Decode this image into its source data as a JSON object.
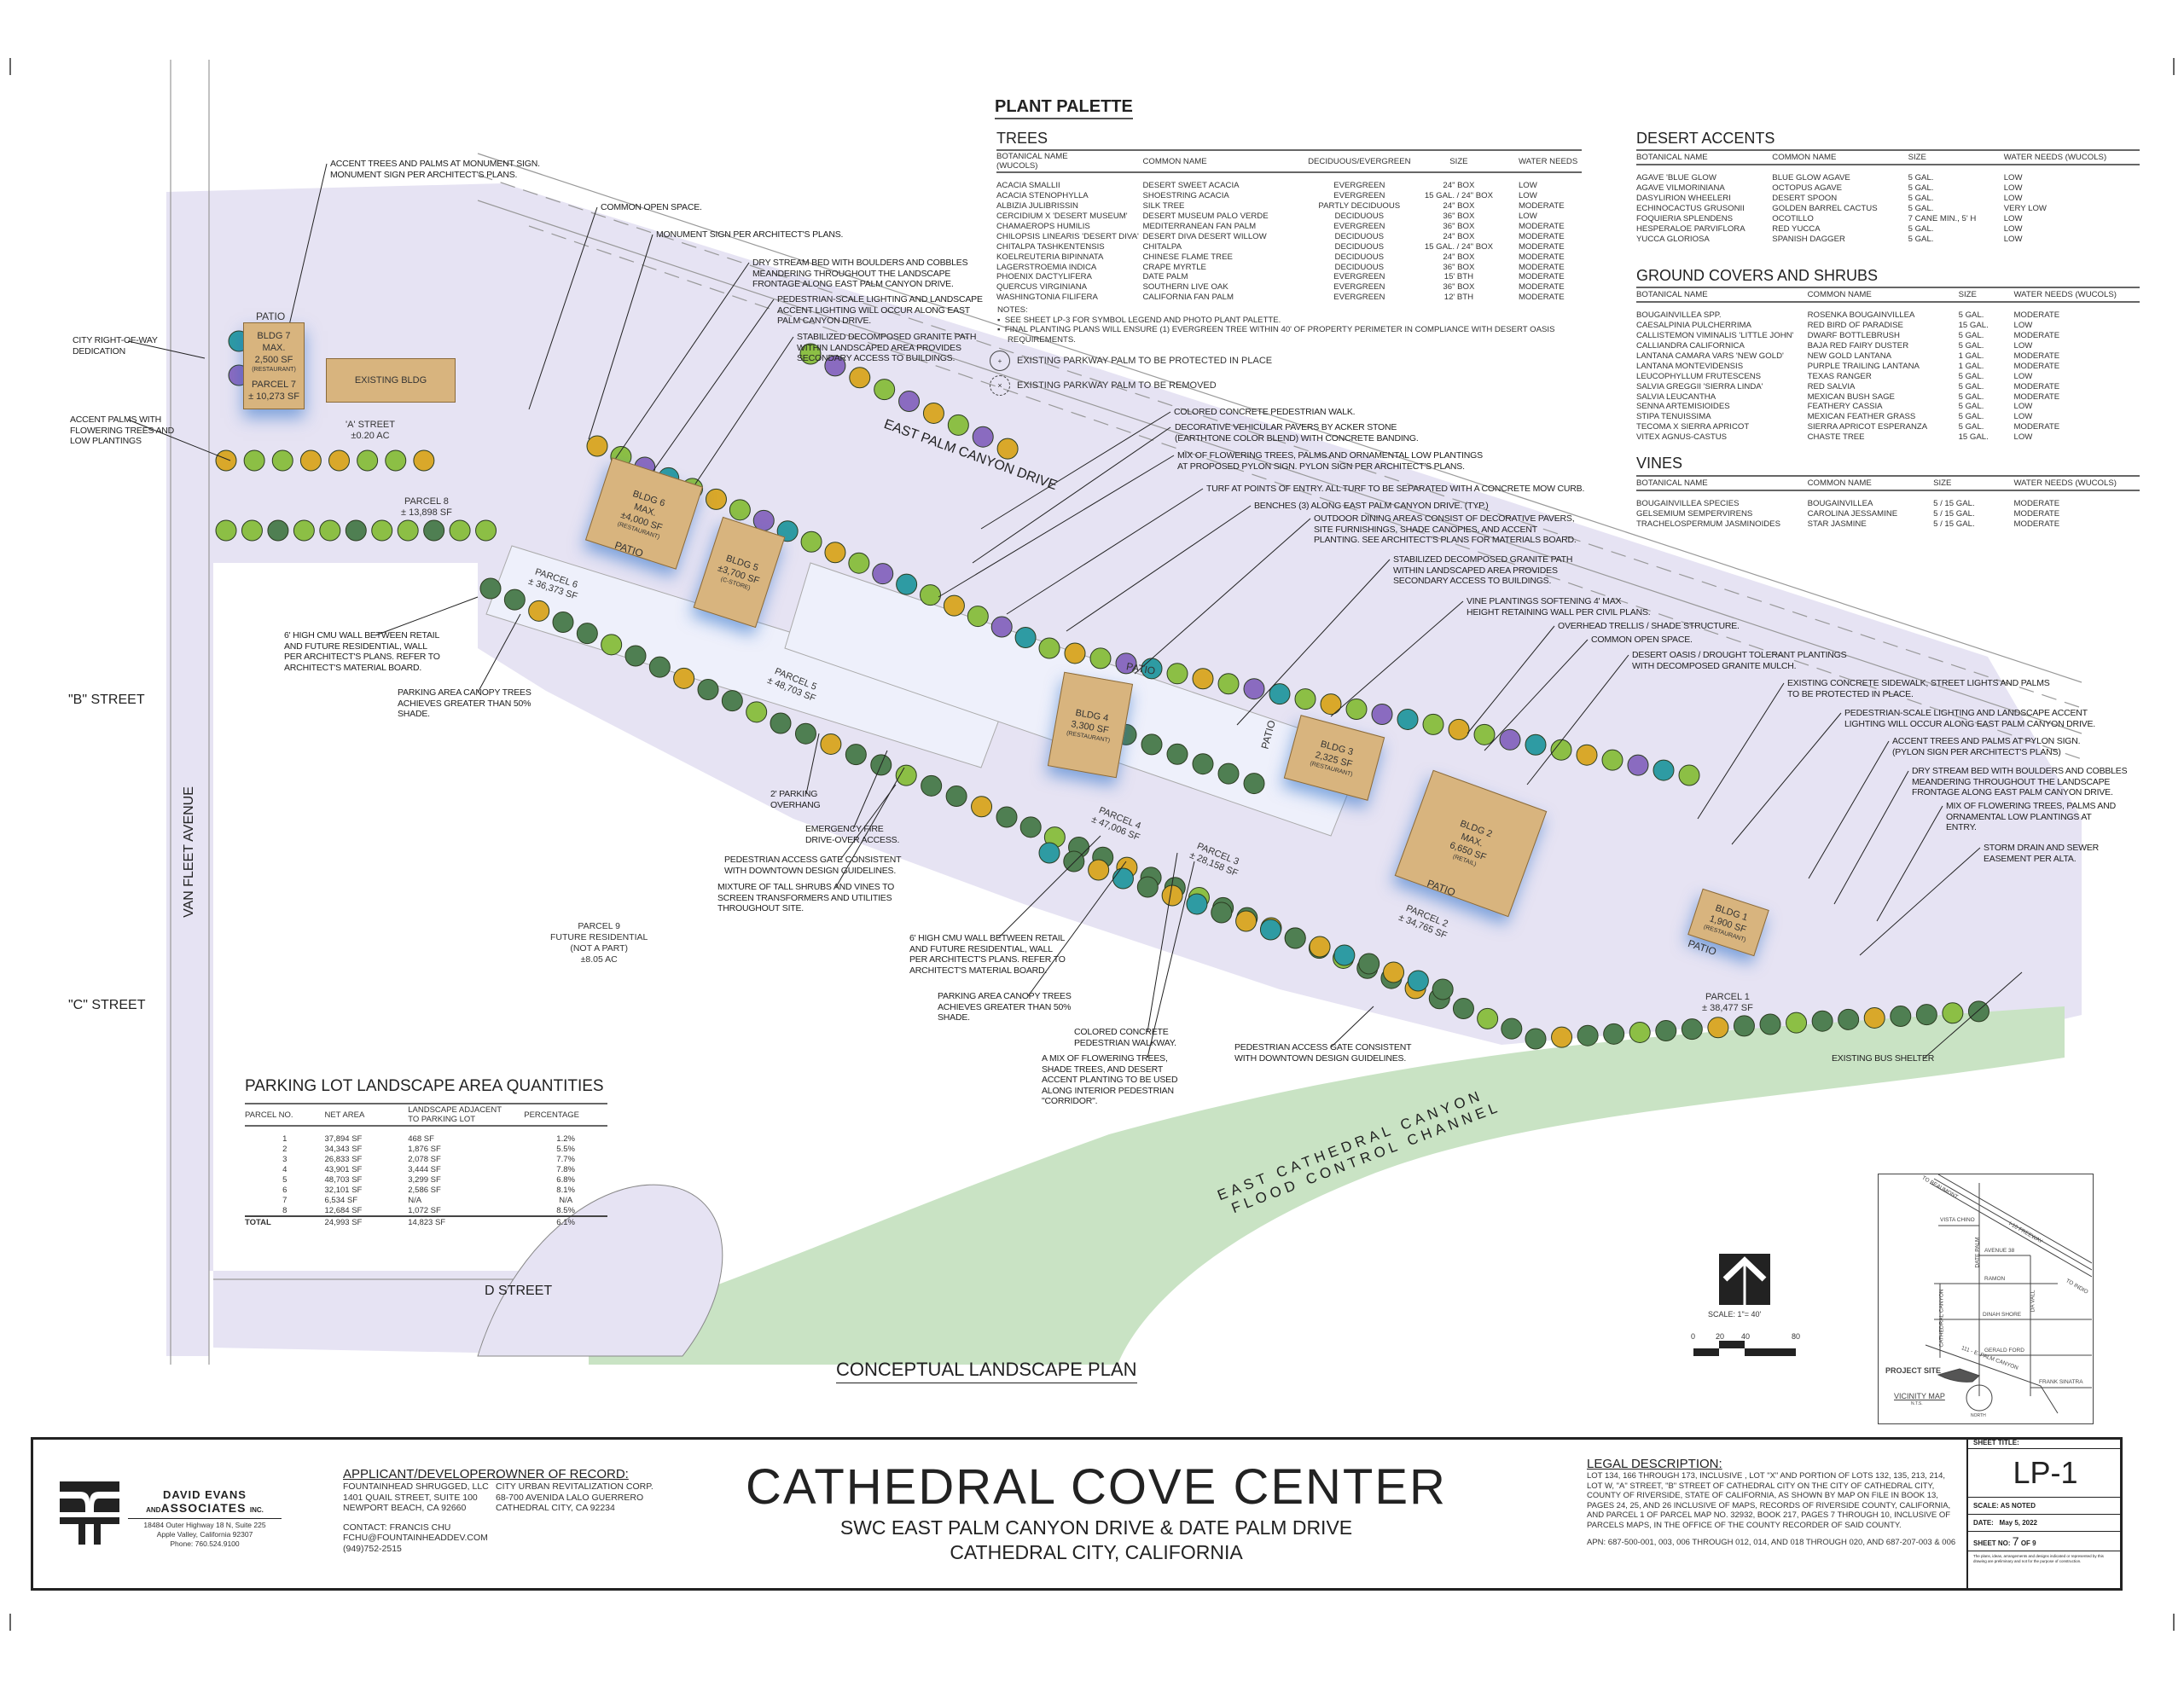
{
  "plant_palette": {
    "title": "PLANT PALETTE",
    "trees": {
      "title": "TREES",
      "headers": [
        "BOTANICAL NAME\n(WUCOLS)",
        "COMMON NAME",
        "DECIDUOUS/EVERGREEN",
        "SIZE",
        "WATER NEEDS"
      ],
      "rows": [
        [
          "ACACIA SMALLII",
          "DESERT SWEET ACACIA",
          "EVERGREEN",
          "24\" BOX",
          "LOW"
        ],
        [
          "ACACIA STENOPHYLLA",
          "SHOESTRING ACACIA",
          "EVERGREEN",
          "15 GAL. / 24\" BOX",
          "LOW"
        ],
        [
          "ALBIZIA JULIBRISSIN",
          "SILK TREE",
          "PARTLY DECIDUOUS",
          "24\" BOX",
          "MODERATE"
        ],
        [
          "CERCIDIUM X 'DESERT MUSEUM'",
          "DESERT MUSEUM PALO VERDE",
          "DECIDUOUS",
          "36\" BOX",
          "LOW"
        ],
        [
          "CHAMAEROPS HUMILIS",
          "MEDITERRANEAN FAN PALM",
          "EVERGREEN",
          "36\" BOX",
          "MODERATE"
        ],
        [
          "CHILOPSIS LINEARIS 'DESERT DIVA'",
          "DESERT DIVA DESERT WILLOW",
          "DECIDUOUS",
          "24\" BOX",
          "MODERATE"
        ],
        [
          "CHITALPA TASHKENTENSIS",
          "CHITALPA",
          "DECIDUOUS",
          "15 GAL. / 24\" BOX",
          "MODERATE"
        ],
        [
          "KOELREUTERIA BIPINNATA",
          "CHINESE FLAME TREE",
          "DECIDUOUS",
          "24\" BOX",
          "MODERATE"
        ],
        [
          "LAGERSTROEMIA INDICA",
          "CRAPE MYRTLE",
          "DECIDUOUS",
          "36\" BOX",
          "MODERATE"
        ],
        [
          "PHOENIX DACTYLIFERA",
          "DATE PALM",
          "EVERGREEN",
          "15' BTH",
          "MODERATE"
        ],
        [
          "QUERCUS VIRGINIANA",
          "SOUTHERN LIVE OAK",
          "EVERGREEN",
          "36\" BOX",
          "MODERATE"
        ],
        [
          "WASHINGTONIA FILIFERA",
          "CALIFORNIA FAN PALM",
          "EVERGREEN",
          "12' BTH",
          "MODERATE"
        ]
      ]
    },
    "notes_title": "NOTES:",
    "notes": [
      "SEE SHEET LP-3 FOR SYMBOL LEGEND AND PHOTO PLANT PALETTE.",
      "FINAL PLANTING PLANS WILL ENSURE (1) EVERGREEN TREE WITHIN 40' OF PROPERTY PERIMETER IN COMPLIANCE WITH DESERT OASIS REQUIREMENTS."
    ],
    "legend": [
      "EXISTING PARKWAY PALM TO BE PROTECTED IN PLACE",
      "EXISTING PARKWAY PALM TO BE REMOVED"
    ],
    "desert_accents": {
      "title": "DESERT ACCENTS",
      "headers": [
        "BOTANICAL NAME",
        "COMMON NAME",
        "SIZE",
        "WATER NEEDS (WUCOLS)"
      ],
      "rows": [
        [
          "AGAVE 'BLUE GLOW",
          "BLUE GLOW AGAVE",
          "5 GAL.",
          "LOW"
        ],
        [
          "AGAVE VILMORINIANA",
          "OCTOPUS AGAVE",
          "5 GAL.",
          "LOW"
        ],
        [
          "DASYLIRION WHEELERI",
          "DESERT SPOON",
          "5 GAL.",
          "LOW"
        ],
        [
          "ECHINOCACTUS GRUSONII",
          "GOLDEN BARREL CACTUS",
          "5 GAL.",
          "VERY LOW"
        ],
        [
          "FOQUIERIA SPLENDENS",
          "OCOTILLO",
          "7 CANE MIN., 5' H",
          "LOW"
        ],
        [
          "HESPERALOE PARVIFLORA",
          "RED YUCCA",
          "5 GAL.",
          "LOW"
        ],
        [
          "YUCCA GLORIOSA",
          "SPANISH DAGGER",
          "5 GAL.",
          "LOW"
        ]
      ]
    },
    "ground_covers": {
      "title": "GROUND COVERS AND SHRUBS",
      "headers": [
        "BOTANICAL NAME",
        "COMMON NAME",
        "SIZE",
        "WATER NEEDS (WUCOLS)"
      ],
      "rows": [
        [
          "BOUGAINVILLEA SPP.",
          "ROSENKA BOUGAINVILLEA",
          "5 GAL.",
          "MODERATE"
        ],
        [
          "CAESALPINIA PULCHERRIMA",
          "RED BIRD OF PARADISE",
          "15 GAL.",
          "LOW"
        ],
        [
          "CALLISTEMON VIMINALIS 'LITTLE JOHN'",
          "DWARF BOTTLEBRUSH",
          "5 GAL.",
          "MODERATE"
        ],
        [
          "CALLIANDRA CALIFORNICA",
          "BAJA RED FAIRY DUSTER",
          "5 GAL.",
          "LOW"
        ],
        [
          "LANTANA CAMARA VARS 'NEW GOLD'",
          "NEW GOLD LANTANA",
          "1 GAL.",
          "MODERATE"
        ],
        [
          "LANTANA MONTEVIDENSIS",
          "PURPLE TRAILING LANTANA",
          "1 GAL.",
          "MODERATE"
        ],
        [
          "LEUCOPHYLLUM FRUTESCENS",
          "TEXAS RANGER",
          "5 GAL.",
          "LOW"
        ],
        [
          "SALVIA GREGGII 'SIERRA LINDA'",
          "RED SALVIA",
          "5 GAL.",
          "MODERATE"
        ],
        [
          "SALVIA LEUCANTHA",
          "MEXICAN BUSH SAGE",
          "5 GAL.",
          "MODERATE"
        ],
        [
          "SENNA ARTEMISIOIDES",
          "FEATHERY CASSIA",
          "5 GAL.",
          "LOW"
        ],
        [
          "STIPA TENUISSIMA",
          "MEXICAN FEATHER GRASS",
          "5 GAL.",
          "LOW"
        ],
        [
          "TECOMA X SIERRA APRICOT",
          "SIERRA APRICOT ESPERANZA",
          "5 GAL.",
          "MODERATE"
        ],
        [
          "VITEX AGNUS-CASTUS",
          "CHASTE TREE",
          "15 GAL.",
          "LOW"
        ]
      ]
    },
    "vines": {
      "title": "VINES",
      "headers": [
        "BOTANICAL NAME",
        "COMMON NAME",
        "SIZE",
        "WATER NEEDS (WUCOLS)"
      ],
      "rows": [
        [
          "BOUGAINVILLEA SPECIES",
          "BOUGAINVILLEA",
          "5 / 15 GAL.",
          "MODERATE"
        ],
        [
          "GELSEMIUM SEMPERVIRENS",
          "CAROLINA JESSAMINE",
          "5 / 15 GAL.",
          "MODERATE"
        ],
        [
          "TRACHELOSPERMUM JASMINOIDES",
          "STAR JASMINE",
          "5 / 15 GAL.",
          "MODERATE"
        ]
      ]
    }
  },
  "parking_table": {
    "title": "PARKING LOT LANDSCAPE AREA QUANTITIES",
    "headers": [
      "PARCEL NO.",
      "NET AREA",
      "LANDSCAPE ADJACENT\nTO PARKING LOT",
      "PERCENTAGE"
    ],
    "rows": [
      [
        "1",
        "37,894 SF",
        "468 SF",
        "1.2%"
      ],
      [
        "2",
        "34,343 SF",
        "1,876 SF",
        "5.5%"
      ],
      [
        "3",
        "26,833 SF",
        "2,078 SF",
        "7.7%"
      ],
      [
        "4",
        "43,901 SF",
        "3,444 SF",
        "7.8%"
      ],
      [
        "5",
        "48,703 SF",
        "3,299 SF",
        "6.8%"
      ],
      [
        "6",
        "32,101 SF",
        "2,586 SF",
        "8.1%"
      ],
      [
        "7",
        "6,534 SF",
        "N/A",
        "N/A"
      ],
      [
        "8",
        "12,684 SF",
        "1,072 SF",
        "8.5%"
      ]
    ],
    "total": [
      "TOTAL",
      "24,993 SF",
      "14,823 SF",
      "6.1%"
    ]
  },
  "plan": {
    "title": "CONCEPTUAL LANDSCAPE PLAN",
    "streets": {
      "east_palm": "EAST PALM CANYON DRIVE",
      "b_street": "\"B\" STREET",
      "c_street": "\"C\" STREET",
      "van_fleet": "VAN FLEET AVENUE",
      "d_street": "D STREET",
      "channel_1": "EAST CATHEDRAL CANYON",
      "channel_2": "FLOOD CONTROL CHANNEL"
    },
    "buildings": {
      "b7": [
        "BLDG 7",
        "MAX.",
        "2,500 SF",
        "(RESTAURANT)"
      ],
      "existing": "EXISTING BLDG",
      "b6": [
        "BLDG 6",
        "MAX.",
        "±4,000 SF",
        "(RESTAURANT)"
      ],
      "b5": [
        "BLDG 5",
        "±3,700 SF",
        "(C-STORE)"
      ],
      "b4": [
        "BLDG 4",
        "3,300 SF",
        "(RESTAURANT)"
      ],
      "b3": [
        "BLDG 3",
        "2,325 SF",
        "(RESTAURANT)"
      ],
      "b2": [
        "BLDG 2",
        "MAX.",
        "6,650 SF",
        "(RETAIL)"
      ],
      "b1": [
        "BLDG 1",
        "1,900 SF",
        "(RESTAURANT)"
      ]
    },
    "patio": "PATIO",
    "parcels": {
      "p7": [
        "PARCEL 7",
        "± 10,273 SF"
      ],
      "a_street": [
        "'A' STREET",
        "±0.20 AC"
      ],
      "p8": [
        "PARCEL 8",
        "± 13,898 SF"
      ],
      "p6": [
        "PARCEL 6",
        "± 36,373 SF"
      ],
      "p5": [
        "PARCEL 5",
        "± 48,703 SF"
      ],
      "p4": [
        "PARCEL 4",
        "± 47,006 SF"
      ],
      "p3": [
        "PARCEL 3",
        "± 28,158 SF"
      ],
      "p2": [
        "PARCEL 2",
        "± 34,765 SF"
      ],
      "p1": [
        "PARCEL 1",
        "± 38,477 SF"
      ],
      "p9": [
        "PARCEL 9",
        "FUTURE RESIDENTIAL",
        "(NOT A PART)",
        "±8.05 AC"
      ]
    },
    "callouts": [
      "ACCENT TREES AND PALMS AT MONUMENT SIGN.\nMONUMENT SIGN PER ARCHITECT'S PLANS.",
      "COMMON OPEN SPACE.",
      "MONUMENT SIGN PER ARCHITECT'S PLANS.",
      "DRY STREAM BED WITH BOULDERS AND COBBLES\nMEANDERING THROUGHOUT THE LANDSCAPE\nFRONTAGE ALONG EAST PALM CANYON DRIVE.",
      "PEDESTRIAN-SCALE LIGHTING AND LANDSCAPE\nACCENT LIGHTING WILL OCCUR ALONG EAST\nPALM CANYON DRIVE.",
      "STABILIZED DECOMPOSED GRANITE PATH\nWITHIN LANDSCAPED AREA PROVIDES\nSECONDARY ACCESS TO BUILDINGS.",
      "CITY RIGHT-OF-WAY\nDEDICATION",
      "ACCENT PALMS WITH\nFLOWERING TREES AND\nLOW PLANTINGS",
      "COLORED CONCRETE PEDESTRIAN WALK.",
      "DECORATIVE VEHICULAR PAVERS BY ACKER STONE\n(EARTHTONE COLOR BLEND) WITH CONCRETE BANDING.",
      "MIX OF FLOWERING TREES, PALMS AND ORNAMENTAL LOW PLANTINGS\nAT PROPOSED PYLON SIGN. PYLON SIGN PER ARCHITECT'S PLANS.",
      "TURF AT POINTS OF ENTRY. ALL TURF TO BE SEPARATED WITH A CONCRETE MOW CURB.",
      "BENCHES (3) ALONG EAST PALM CANYON DRIVE. (TYP.)",
      "OUTDOOR DINING AREAS CONSIST OF DECORATIVE PAVERS,\nSITE FURNISHINGS, SHADE CANOPIES, AND ACCENT\nPLANTING. SEE ARCHITECT'S PLANS FOR MATERIALS BOARD.",
      "STABILIZED DECOMPOSED GRANITE PATH\nWITHIN LANDSCAPED AREA PROVIDES\nSECONDARY ACCESS TO BUILDINGS.",
      "VINE PLANTINGS SOFTENING 4' MAX\nHEIGHT RETAINING WALL PER CIVIL PLANS.",
      "OVERHEAD TRELLIS / SHADE STRUCTURE.",
      "COMMON OPEN SPACE.",
      "DESERT OASIS / DROUGHT TOLERANT PLANTINGS\nWITH DECOMPOSED GRANITE MULCH.",
      "EXISTING CONCRETE SIDEWALK, STREET LIGHTS AND PALMS\nTO BE PROTECTED IN PLACE.",
      "PEDESTRIAN-SCALE LIGHTING AND LANDSCAPE ACCENT\nLIGHTING WILL OCCUR ALONG EAST PALM CANYON DRIVE.",
      "ACCENT TREES AND PALMS AT PYLON SIGN.\n(PYLON SIGN PER ARCHITECT'S PLANS)",
      "DRY STREAM BED WITH BOULDERS AND COBBLES\nMEANDERING THROUGHOUT THE LANDSCAPE\nFRONTAGE ALONG EAST PALM CANYON DRIVE.",
      "MIX OF FLOWERING TREES, PALMS AND\nORNAMENTAL LOW PLANTINGS AT\nENTRY.",
      "STORM DRAIN AND SEWER\nEASEMENT PER ALTA.",
      "EXISTING BUS SHELTER",
      "6' HIGH CMU WALL BETWEEN RETAIL\nAND FUTURE RESIDENTIAL, WALL\nPER ARCHITECT'S PLANS. REFER TO\nARCHITECT'S MATERIAL BOARD.",
      "PARKING AREA CANOPY TREES\nACHIEVES GREATER THAN 50%\nSHADE.",
      "2' PARKING\nOVERHANG",
      "EMERGENCY FIRE\nDRIVE-OVER ACCESS.",
      "PEDESTRIAN ACCESS GATE CONSISTENT\nWITH DOWNTOWN DESIGN GUIDELINES.",
      "MIXTURE OF TALL SHRUBS AND VINES TO\nSCREEN TRANSFORMERS AND UTILITIES\nTHROUGHOUT SITE.",
      "6' HIGH CMU WALL BETWEEN RETAIL\nAND FUTURE RESIDENTIAL, WALL\nPER ARCHITECT'S PLANS. REFER TO\nARCHITECT'S MATERIAL BOARD.",
      "PARKING AREA CANOPY TREES\nACHIEVES GREATER THAN 50%\nSHADE.",
      "COLORED CONCRETE\nPEDESTRIAN WALKWAY.",
      "A MIX OF FLOWERING TREES,\nSHADE TREES, AND DESERT\nACCENT PLANTING TO BE USED\nALONG INTERIOR PEDESTRIAN\n\"CORRIDOR\".",
      "PEDESTRIAN ACCESS GATE CONSISTENT\nWITH DOWNTOWN DESIGN GUIDELINES."
    ],
    "scale": {
      "label": "SCALE: 1\"= 40'",
      "ticks": [
        "0",
        "20",
        "40",
        "80"
      ]
    },
    "vicinity_map": {
      "title": "VICINITY MAP",
      "nts": "N.T.S.",
      "north": "NORTH",
      "project_site": "PROJECT SITE",
      "labels": [
        "TO BEAUMONT",
        "I-10 FREEWAY",
        "TO INDIO",
        "VISTA CHINO",
        "DATE PALM",
        "AVENUE 38",
        "RAMON",
        "DA VALL",
        "CATHEDRAL CANYON",
        "DINAH SHORE",
        "GERALD FORD",
        "111 - E. PALM CANYON",
        "FRANK SINATRA"
      ]
    }
  },
  "title_block": {
    "firm": {
      "name_1": "DAVID EVANS",
      "name_2_pre": "AND",
      "name_2": "ASSOCIATES",
      "name_2_post": "INC.",
      "address_1": "18484 Outer Highway 18 N, Suite 225",
      "address_2": "Apple Valley, California 92307",
      "phone": "Phone:  760.524.9100"
    },
    "applicant": {
      "heading": "APPLICANT/DEVELOPER:",
      "lines": [
        "FOUNTAINHEAD SHRUGGED, LLC",
        "1401 QUAIL STREET, SUITE 100",
        "NEWPORT BEACH, CA 92660"
      ],
      "contact": [
        "CONTACT: FRANCIS CHU",
        "FCHU@FOUNTAINHEADDEV.COM",
        "(949)752-2515"
      ]
    },
    "owner": {
      "heading": "OWNER OF RECORD:",
      "lines": [
        "CITY URBAN REVITALIZATION CORP.",
        "68-700 AVENIDA LALO GUERRERO",
        "CATHEDRAL CITY, CA 92234"
      ]
    },
    "project_title": "CATHEDRAL COVE CENTER",
    "project_sub_1": "SWC EAST PALM CANYON DRIVE & DATE PALM DRIVE",
    "project_sub_2": "CATHEDRAL CITY, CALIFORNIA",
    "legal": {
      "heading": "LEGAL DESCRIPTION:",
      "text": "LOT 134, 166 THROUGH 173, INCLUSIVE , LOT \"X\" AND PORTION OF LOTS 132, 135, 213, 214, LOT W, \"A\" STREET, \"B\" STREET OF CATHEDRAL CITY ON THE CITY OF CATHEDRAL CITY, COUNTY OF RIVERSIDE, STATE OF CALIFORNIA, AS SHOWN BY MAP ON FILE IN BOOK 13, PAGES 24, 25, AND 26 INCLUSIVE OF MAPS, RECORDS OF RIVERSIDE COUNTY, CALIFORNIA, AND PARCEL 1 OF PARCEL MAP NO. 32932, BOOK 217, PAGES 7 THROUGH 10, INCLUSIVE OF PARCELS MAPS, IN THE OFFICE OF THE COUNTY RECORDER OF SAID COUNTY.",
      "apn": "APN: 687-500-001, 003, 006 THROUGH 012, 014, AND 018 THROUGH 020, AND 687-207-003 & 006"
    },
    "sheet": {
      "title_label": "SHEET TITLE:",
      "sheet_id": "LP-1",
      "scale": "SCALE:  AS NOTED",
      "date_label": "DATE:",
      "date": "May 5, 2022",
      "sheet_no_label": "SHEET NO:",
      "sheet_no": "7",
      "sheet_of": "OF  9",
      "disclaimer": "The plans, ideas, arrangements and designs indicated or represented by this drawing are preliminary and not for the purpose of construction."
    }
  },
  "colors": {
    "site": "#e6e3f3",
    "building": "#d8b47e",
    "channel": "#c9e3c4",
    "tree_gold": "#d9a82a",
    "tree_green": "#8cbf45",
    "tree_dark": "#4f7f52",
    "tree_purple": "#8a6bc0",
    "tree_teal": "#2e9ba3"
  }
}
